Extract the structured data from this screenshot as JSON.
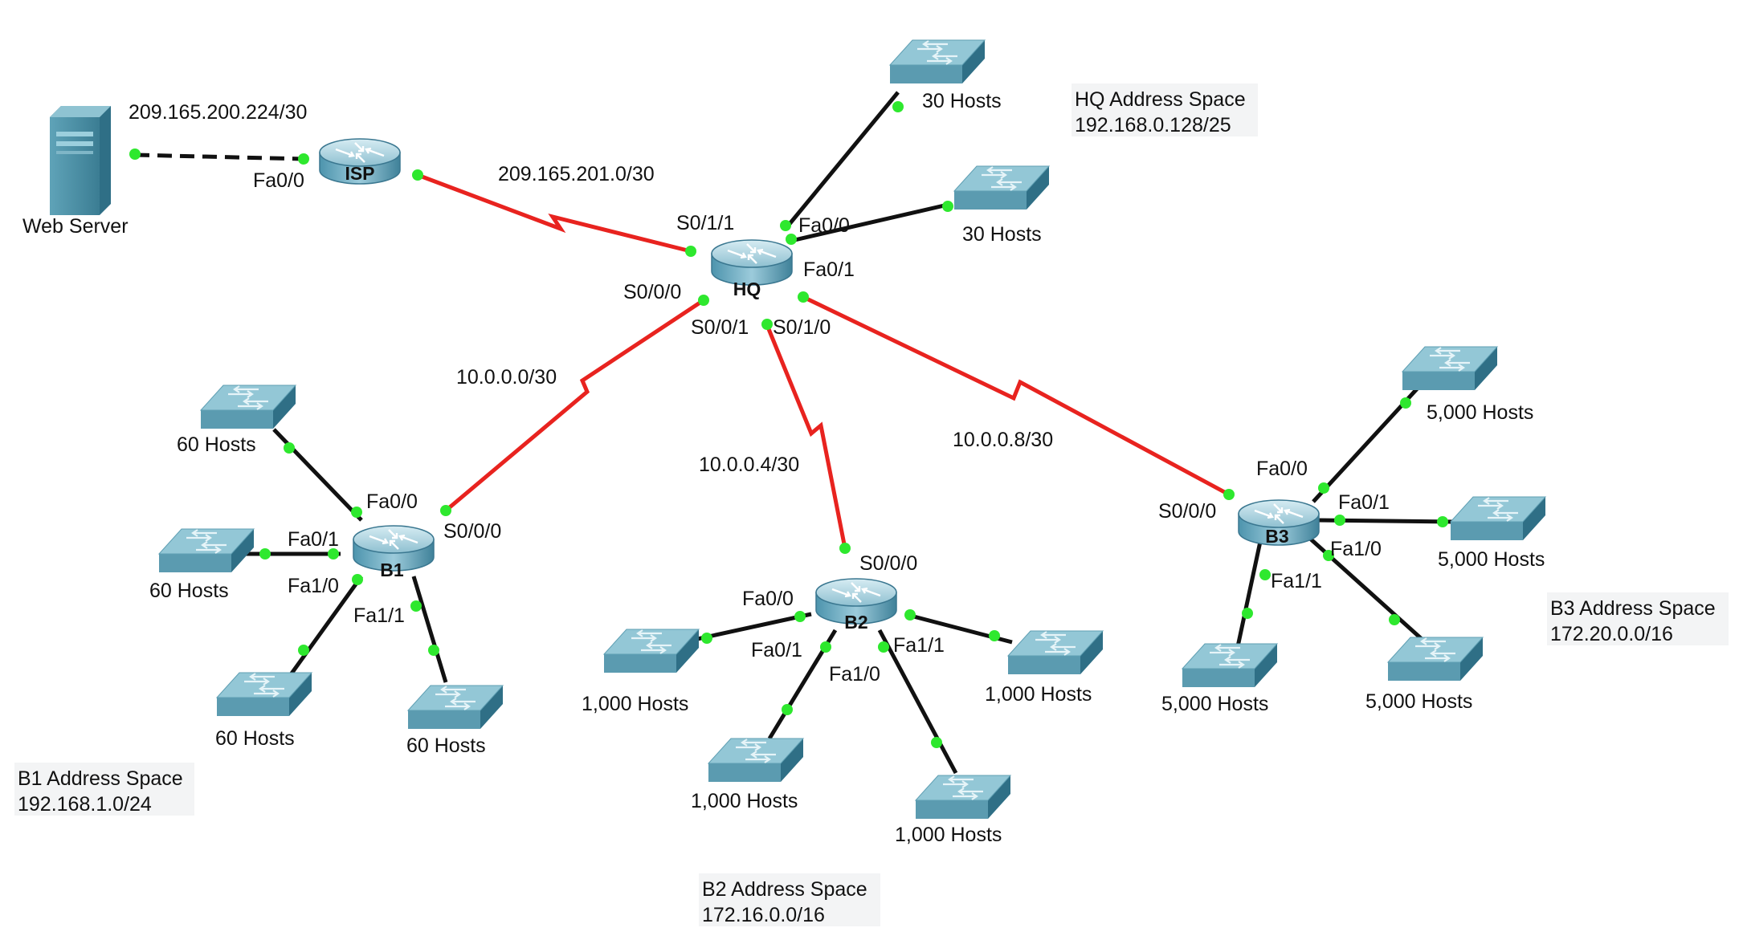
{
  "colors": {
    "serial_link": "#e8231f",
    "ethernet_link": "#111111",
    "port_dot": "#2ee82e",
    "switch_top": "#8fc3d2",
    "switch_side": "#3a7f96",
    "router_body": "#9cc8d8"
  },
  "devices": {
    "web_server": "Web Server",
    "isp": "ISP",
    "hq": "HQ",
    "b1": "B1",
    "b2": "B2",
    "b3": "B3"
  },
  "networks": {
    "web_isp": "209.165.200.224/30",
    "isp_hq": "209.165.201.0/30",
    "hq_b1": "10.0.0.0/30",
    "hq_b2": "10.0.0.4/30",
    "hq_b3": "10.0.0.8/30"
  },
  "ports": {
    "isp_fa00": "Fa0/0",
    "hq_s011": "S0/1/1",
    "hq_fa00": "Fa0/0",
    "hq_fa01": "Fa0/1",
    "hq_s000": "S0/0/0",
    "hq_s001": "S0/0/1",
    "hq_s010": "S0/1/0",
    "b1_fa00": "Fa0/0",
    "b1_s000": "S0/0/0",
    "b1_fa01": "Fa0/1",
    "b1_fa10": "Fa1/0",
    "b1_fa11": "Fa1/1",
    "b2_s000": "S0/0/0",
    "b2_fa00": "Fa0/0",
    "b2_fa01": "Fa0/1",
    "b2_fa10": "Fa1/0",
    "b2_fa11": "Fa1/1",
    "b3_fa00": "Fa0/0",
    "b3_s000": "S0/0/0",
    "b3_fa01": "Fa0/1",
    "b3_fa10": "Fa1/0",
    "b3_fa11": "Fa1/1"
  },
  "hosts": {
    "hq_1": "30 Hosts",
    "hq_2": "30 Hosts",
    "b1_1": "60 Hosts",
    "b1_2": "60 Hosts",
    "b1_3": "60 Hosts",
    "b1_4": "60 Hosts",
    "b2_1": "1,000 Hosts",
    "b2_2": "1,000 Hosts",
    "b2_3": "1,000 Hosts",
    "b2_4": "1,000 Hosts",
    "b3_1": "5,000 Hosts",
    "b3_2": "5,000 Hosts",
    "b3_3": "5,000 Hosts",
    "b3_4": "5,000 Hosts"
  },
  "address_spaces": {
    "hq": {
      "title": "HQ Address Space",
      "prefix": "192.168.0.128/25"
    },
    "b1": {
      "title": "B1 Address Space",
      "prefix": "192.168.1.0/24"
    },
    "b2": {
      "title": "B2 Address Space",
      "prefix": "172.16.0.0/16"
    },
    "b3": {
      "title": "B3 Address Space",
      "prefix": "172.20.0.0/16"
    }
  }
}
